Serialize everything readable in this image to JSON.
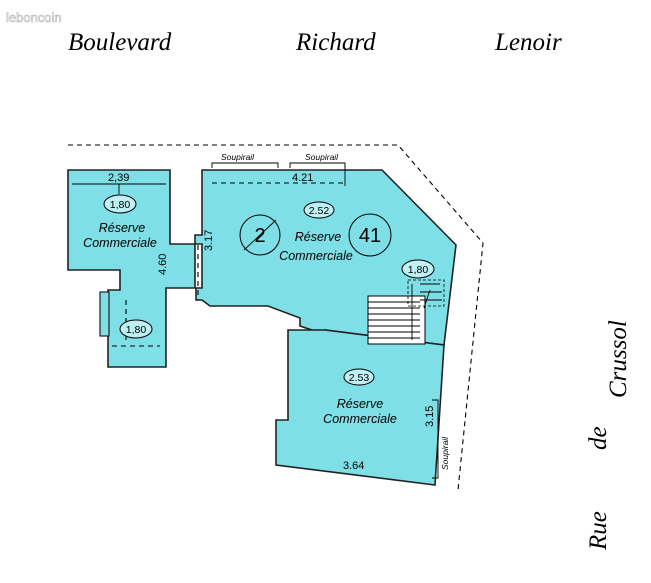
{
  "watermark": "leboncoin",
  "streets": {
    "north": [
      "Boulevard",
      "Richard",
      "Lenoir"
    ],
    "east": [
      "Rue",
      "de",
      "Crussol"
    ]
  },
  "rooms": [
    {
      "label_line1": "Réserve",
      "label_line2": "Commerciale",
      "ceiling_height": "1,80",
      "ceiling_height_lower": "1,80",
      "width": "2,39",
      "depth": "4.60"
    },
    {
      "label_line1": "Réserve",
      "label_line2": "Commerciale",
      "ceiling_height": "2.52",
      "ceiling_height_stairs": "1,80",
      "width": "4.21",
      "depth": "3.17",
      "lot_left": "2",
      "lot_right": "41"
    },
    {
      "label_line1": "Réserve",
      "label_line2": "Commerciale",
      "ceiling_height": "2.53",
      "width": "3.64",
      "depth": "3.15"
    }
  ],
  "openings": {
    "soupirail_1": "Soupirail",
    "soupirail_2": "Soupirail",
    "soupirail_3": "Soupirail"
  }
}
